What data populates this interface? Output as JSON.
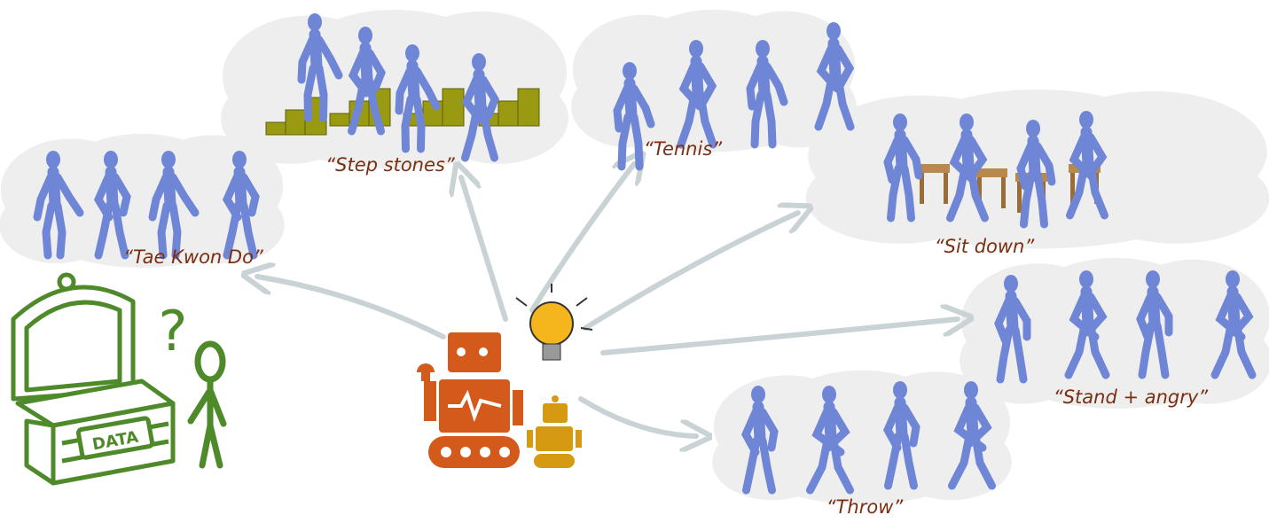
{
  "labels": {
    "tae_kwon_do": "“Tae Kwon Do”",
    "step_stones": "“Step stones”",
    "tennis": "“Tennis”",
    "sit_down": "“Sit down”",
    "stand_angry": "“Stand + angry”",
    "throw": "“Throw”"
  },
  "chest_label": "DATA",
  "question_mark": "?",
  "colors": {
    "figure": "#6f86d6",
    "cloud": "#eeeeee",
    "arrow": "#c9d2d4",
    "robot": "#d45a1c",
    "robot_small": "#d59a12",
    "chest": "#4f8a2a",
    "label": "#7a2e12",
    "stairs": "#9a9a12"
  }
}
